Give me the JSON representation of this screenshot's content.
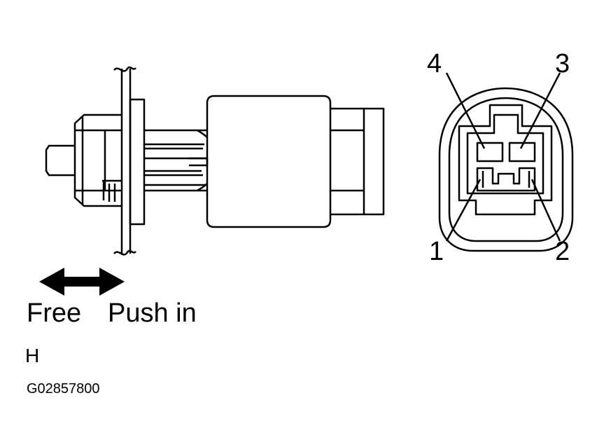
{
  "directions": {
    "free": "Free",
    "push_in": "Push in"
  },
  "terminals": {
    "t1": "1",
    "t2": "2",
    "t3": "3",
    "t4": "4"
  },
  "notes": {
    "view_letter": "H",
    "figure_code": "G02857800"
  },
  "colors": {
    "line": "#000000",
    "background": "#ffffff"
  }
}
